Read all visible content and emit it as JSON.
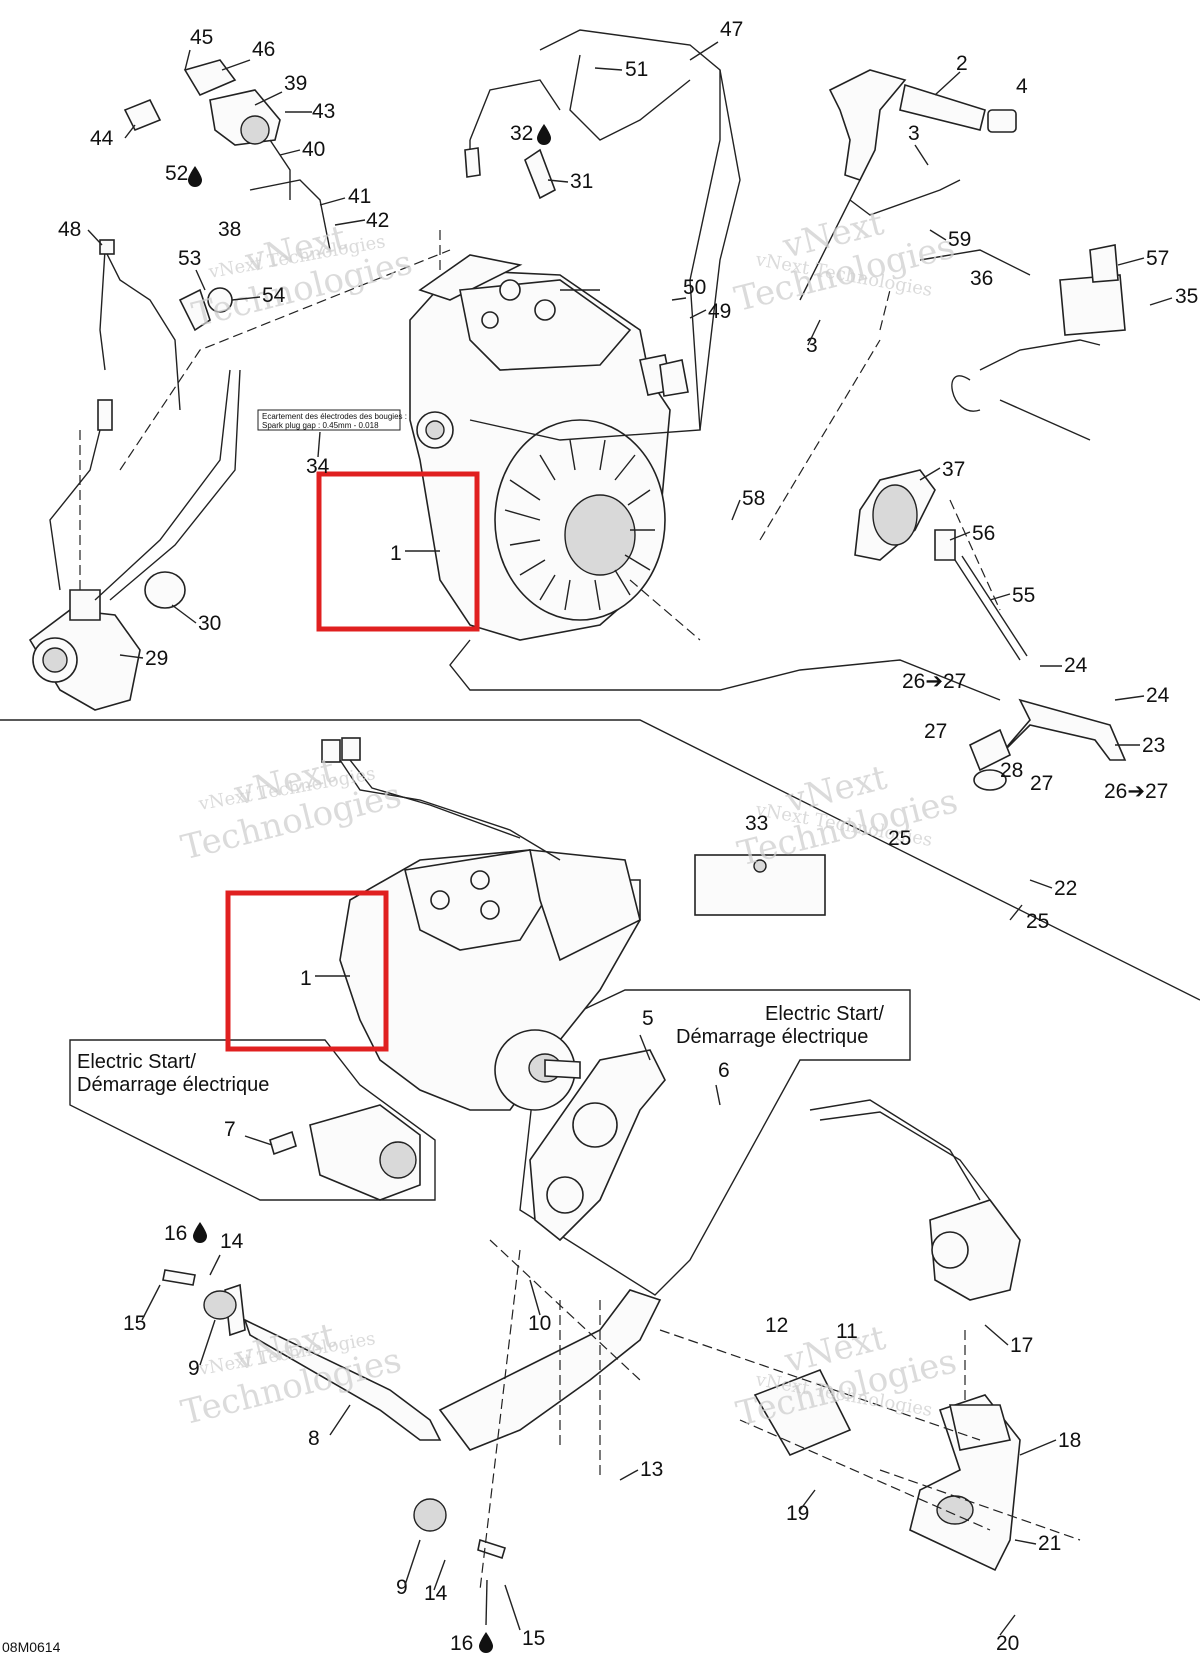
{
  "callouts_top": [
    {
      "id": "c45",
      "text": "45"
    },
    {
      "id": "c46",
      "text": "46"
    },
    {
      "id": "c39",
      "text": "39"
    },
    {
      "id": "c43",
      "text": "43"
    },
    {
      "id": "c44",
      "text": "44"
    },
    {
      "id": "c52",
      "text": "52"
    },
    {
      "id": "c40",
      "text": "40"
    },
    {
      "id": "c41",
      "text": "41"
    },
    {
      "id": "c42",
      "text": "42"
    },
    {
      "id": "c38",
      "text": "38"
    },
    {
      "id": "c48",
      "text": "48"
    },
    {
      "id": "c53",
      "text": "53"
    },
    {
      "id": "c54",
      "text": "54"
    },
    {
      "id": "c47",
      "text": "47"
    },
    {
      "id": "c51",
      "text": "51"
    },
    {
      "id": "c32",
      "text": "32"
    },
    {
      "id": "c31",
      "text": "31"
    },
    {
      "id": "c50",
      "text": "50"
    },
    {
      "id": "c49",
      "text": "49"
    },
    {
      "id": "c2",
      "text": "2"
    },
    {
      "id": "c4",
      "text": "4"
    },
    {
      "id": "c3a",
      "text": "3"
    },
    {
      "id": "c59",
      "text": "59"
    },
    {
      "id": "c57",
      "text": "57"
    },
    {
      "id": "c36",
      "text": "36"
    },
    {
      "id": "c35",
      "text": "35"
    },
    {
      "id": "c3b",
      "text": "3"
    },
    {
      "id": "c34",
      "text": "34"
    },
    {
      "id": "c1a",
      "text": "1"
    },
    {
      "id": "c58",
      "text": "58"
    },
    {
      "id": "c37",
      "text": "37"
    },
    {
      "id": "c56",
      "text": "56"
    },
    {
      "id": "c55",
      "text": "55"
    },
    {
      "id": "c30",
      "text": "30"
    },
    {
      "id": "c29",
      "text": "29"
    },
    {
      "id": "c24a",
      "text": "24"
    },
    {
      "id": "c2627a",
      "text": "26➔27"
    },
    {
      "id": "c24b",
      "text": "24"
    },
    {
      "id": "c27a",
      "text": "27"
    },
    {
      "id": "c23",
      "text": "23"
    }
  ],
  "callouts_bottom": [
    {
      "id": "c28",
      "text": "28"
    },
    {
      "id": "c27b",
      "text": "27"
    },
    {
      "id": "c2627b",
      "text": "26➔27"
    },
    {
      "id": "c25a",
      "text": "25"
    },
    {
      "id": "c33",
      "text": "33"
    },
    {
      "id": "c22",
      "text": "22"
    },
    {
      "id": "c25b",
      "text": "25"
    },
    {
      "id": "c1b",
      "text": "1"
    },
    {
      "id": "c5",
      "text": "5"
    },
    {
      "id": "c6",
      "text": "6"
    },
    {
      "id": "c7",
      "text": "7"
    },
    {
      "id": "c16a",
      "text": "16"
    },
    {
      "id": "c14a",
      "text": "14"
    },
    {
      "id": "c15a",
      "text": "15"
    },
    {
      "id": "c10",
      "text": "10"
    },
    {
      "id": "c9a",
      "text": "9"
    },
    {
      "id": "c8",
      "text": "8"
    },
    {
      "id": "c12",
      "text": "12"
    },
    {
      "id": "c11",
      "text": "11"
    },
    {
      "id": "c17",
      "text": "17"
    },
    {
      "id": "c18",
      "text": "18"
    },
    {
      "id": "c13",
      "text": "13"
    },
    {
      "id": "c19",
      "text": "19"
    },
    {
      "id": "c21",
      "text": "21"
    },
    {
      "id": "c9b",
      "text": "9"
    },
    {
      "id": "c14b",
      "text": "14"
    },
    {
      "id": "c16b",
      "text": "16"
    },
    {
      "id": "c15b",
      "text": "15"
    },
    {
      "id": "c20",
      "text": "20"
    }
  ],
  "section_labels": {
    "electric_start_right_line1": "Electric Start/",
    "electric_start_right_line2": "Démarrage électrique",
    "electric_start_left_line1": "Electric Start/",
    "electric_start_left_line2": "Démarrage électrique"
  },
  "spark_plug_note": {
    "line1": "Ecartement des électrodes des bougies :",
    "line2": "Spark plug gap : 0.45mm - 0.018"
  },
  "watermark": {
    "small": "vNext Technologies",
    "big_line1": "vNext",
    "big_line2": "Technologies"
  },
  "drawing_code": "08M0614",
  "colors": {
    "highlight": "#e02020",
    "line": "#222222",
    "watermark": "#cfcfcf"
  },
  "icons": {
    "oil_drop": "drop-icon",
    "arrow": "arrow-icon"
  }
}
